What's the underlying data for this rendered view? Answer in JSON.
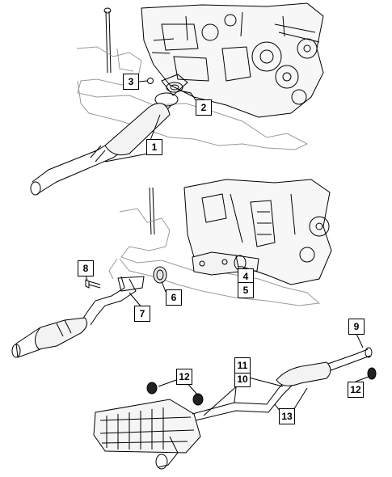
{
  "callouts": [
    {
      "id": "c1",
      "label": "1"
    },
    {
      "id": "c2",
      "label": "2"
    },
    {
      "id": "c3",
      "label": "3"
    },
    {
      "id": "c4",
      "label": "4"
    },
    {
      "id": "c5",
      "label": "5"
    },
    {
      "id": "c6",
      "label": "6"
    },
    {
      "id": "c7",
      "label": "7"
    },
    {
      "id": "c8",
      "label": "8"
    },
    {
      "id": "c9",
      "label": "9"
    },
    {
      "id": "c10",
      "label": "10"
    },
    {
      "id": "c11",
      "label": "11"
    },
    {
      "id": "c12a",
      "label": "12"
    },
    {
      "id": "c12b",
      "label": "12"
    },
    {
      "id": "c13",
      "label": "13"
    }
  ],
  "colors": {
    "line": "#000000",
    "ghost": "#9a9a9a",
    "background": "#ffffff"
  }
}
